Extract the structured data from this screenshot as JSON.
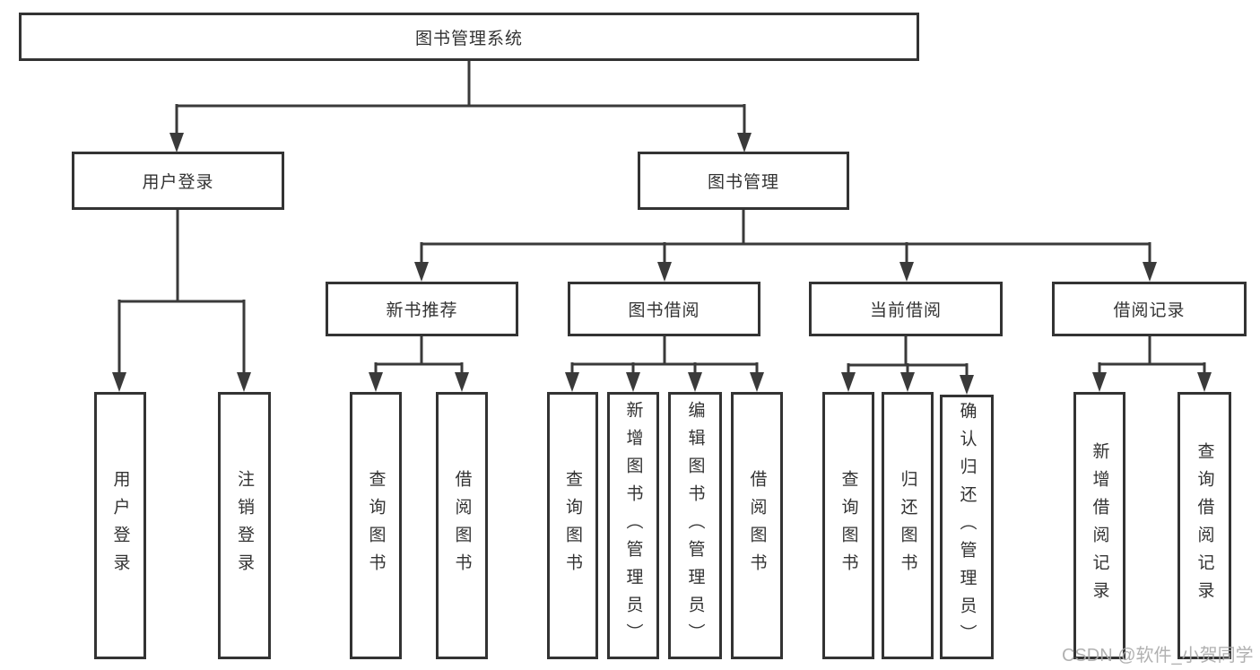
{
  "diagram": {
    "root": {
      "label": "图书管理系统"
    },
    "branches": [
      {
        "label": "用户登录",
        "children": [
          {
            "label": "用户登录"
          },
          {
            "label": "注销登录"
          }
        ]
      },
      {
        "label": "图书管理",
        "children": [
          {
            "label": "新书推荐",
            "children": [
              {
                "label": "查询图书"
              },
              {
                "label": "借阅图书"
              }
            ]
          },
          {
            "label": "图书借阅",
            "children": [
              {
                "label": "查询图书"
              },
              {
                "label": "新增图书（管理员）"
              },
              {
                "label": "编辑图书（管理员）"
              },
              {
                "label": "借阅图书"
              }
            ]
          },
          {
            "label": "当前借阅",
            "children": [
              {
                "label": "查询图书"
              },
              {
                "label": "归还图书"
              },
              {
                "label": "确认归还（管理员）"
              }
            ]
          },
          {
            "label": "借阅记录",
            "children": [
              {
                "label": "新增借阅记录"
              },
              {
                "label": "查询借阅记录"
              }
            ]
          }
        ]
      }
    ]
  },
  "watermark": {
    "text": "CSDN @软件_小贺同学"
  },
  "colors": {
    "line": "#3a3a3a",
    "border": "#333333",
    "text": "#333333",
    "box_background": "#ffffff",
    "page_background": "#ffffff",
    "watermark": "#a9a9a9"
  }
}
